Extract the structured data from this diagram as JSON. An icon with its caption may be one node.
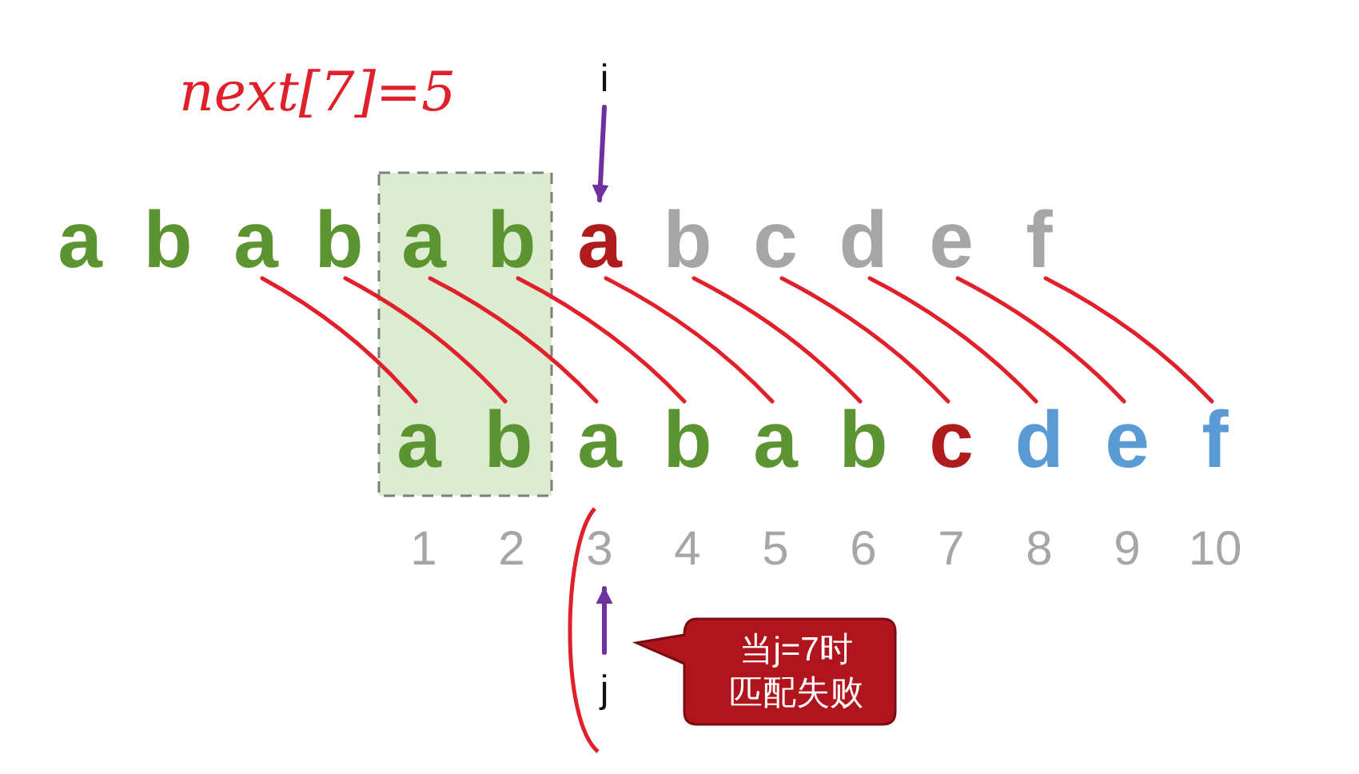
{
  "diagram": {
    "nodes": [
      {
        "text": [
          "a"
        ]
      },
      {
        "text": [
          "b"
        ]
      },
      {
        "text": [
          "a"
        ]
      },
      {
        "text": [
          "b"
        ]
      },
      {
        "text": [
          "a"
        ]
      },
      {
        "text": [
          "b"
        ]
      },
      {
        "text": [
          "a"
        ]
      },
      {
        "text": [
          "b"
        ]
      },
      {
        "text": [
          "c"
        ]
      },
      {
        "text": [
          "d"
        ]
      },
      {
        "text": [
          "e"
        ]
      },
      {
        "text": [
          "f"
        ]
      },
      {
        "text": [
          "a"
        ]
      },
      {
        "text": [
          "b"
        ]
      },
      {
        "text": [
          "a"
        ]
      },
      {
        "text": [
          "b"
        ]
      },
      {
        "text": [
          "a"
        ]
      },
      {
        "text": [
          "b"
        ]
      },
      {
        "text": [
          "c"
        ]
      },
      {
        "text": [
          "d"
        ]
      },
      {
        "text": [
          "e"
        ]
      },
      {
        "text": [
          "f"
        ]
      },
      {
        "text": [
          "i"
        ]
      },
      {
        "text": [
          "j"
        ]
      },
      {
        "text": [
          "当j=7时匹配失败"
        ]
      }
    ],
    "edges": [
      {
        "from": 2,
        "to": 12,
        "arrow": "none",
        "color": "#e0202a"
      },
      {
        "from": 3,
        "to": 13,
        "arrow": "none",
        "color": "#e0202a"
      },
      {
        "from": 4,
        "to": 14,
        "arrow": "none",
        "color": "#e0202a"
      },
      {
        "from": 5,
        "to": 15,
        "arrow": "none",
        "color": "#e0202a"
      },
      {
        "from": 6,
        "to": 16,
        "arrow": "none",
        "color": "#e0202a"
      },
      {
        "from": 7,
        "to": 17,
        "arrow": "none",
        "color": "#e0202a"
      },
      {
        "from": 8,
        "to": 18,
        "arrow": "none",
        "color": "#e0202a"
      },
      {
        "from": 9,
        "to": 19,
        "arrow": "none",
        "color": "#e0202a"
      },
      {
        "from": 10,
        "to": 20,
        "arrow": "none",
        "color": "#e0202a"
      },
      {
        "from": 11,
        "to": 21,
        "arrow": "none",
        "color": "#e0202a"
      },
      {
        "from": 22,
        "to": 6,
        "arrow": "to",
        "color": "#7030a0"
      }
    ],
    "labels": [
      "next[7]=5",
      "1",
      "2",
      "3",
      "4",
      "5",
      "6",
      "7",
      "8",
      "9",
      "10"
    ]
  }
}
